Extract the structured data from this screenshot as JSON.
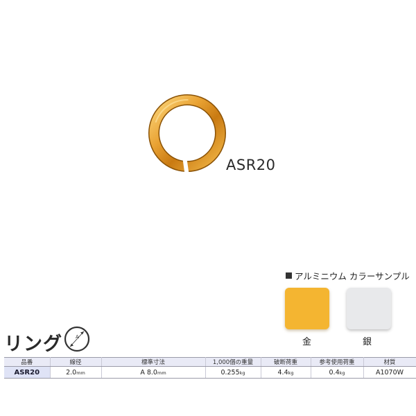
{
  "product": {
    "code": "ASR20"
  },
  "colors": {
    "heading": "アルミニウム カラーサンプル",
    "swatches": [
      {
        "label": "金",
        "hex": "#f4b531"
      },
      {
        "label": "銀",
        "hex": "#e8e9eb"
      }
    ]
  },
  "category": {
    "title": "リング",
    "dimension_icon_label": "A"
  },
  "table": {
    "headers": [
      "品番",
      "線径",
      "標準寸法",
      "1,000個の重量",
      "破断荷重",
      "参考使用荷重",
      "材質"
    ],
    "row": {
      "code": "ASR20",
      "wire_diameter": "2.0",
      "wire_diameter_unit": "mm",
      "standard_size": "A 8.0",
      "standard_size_unit": "mm",
      "weight_per_1000": "0.255",
      "weight_unit": "kg",
      "breaking_load": "4.4",
      "breaking_load_unit": "kg",
      "working_load": "0.4",
      "working_load_unit": "kg",
      "material": "A1070W"
    }
  },
  "accent": {
    "gold": "#f4b531",
    "silver": "#e8e9eb",
    "header_bg": "#e9eaf6"
  }
}
